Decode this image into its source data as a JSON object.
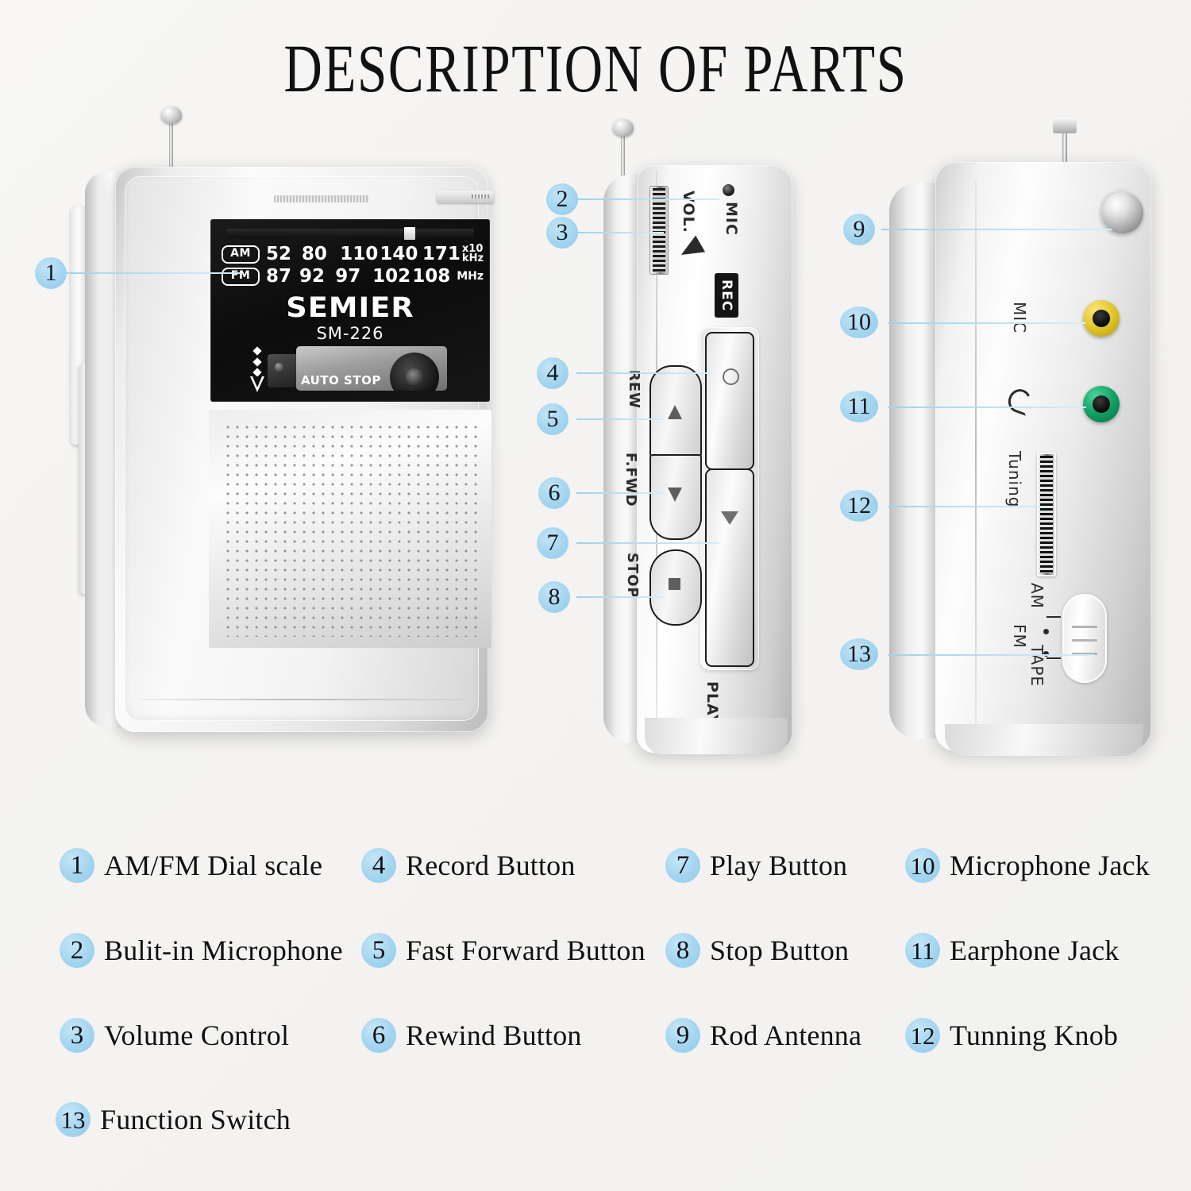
{
  "title": "DESCRIPTION OF PARTS",
  "product": {
    "brand": "SEMIER",
    "model": "SM-226",
    "cassette_label": "AUTO STOP",
    "dial": {
      "am_tag": "AM",
      "am_values": [
        "52",
        "80",
        "110",
        "140",
        "171"
      ],
      "am_unit_top": "x10",
      "am_unit_bottom": "kHz",
      "fm_tag": "FM",
      "fm_values": [
        "87",
        "92",
        "97",
        "102",
        "108"
      ],
      "fm_unit": "MHz"
    },
    "side_labels": {
      "vol": "VOL.",
      "mic": "MIC",
      "rec": "REC",
      "rew": "REW",
      "ffwd": "F.FWD",
      "stop": "STOP",
      "play": "PLAY"
    },
    "right_labels": {
      "mic": "MIC",
      "tuning": "Tuning",
      "am": "AM",
      "fm": "FM",
      "tape": "TAPE"
    }
  },
  "callouts": [
    {
      "n": "1"
    },
    {
      "n": "2"
    },
    {
      "n": "3"
    },
    {
      "n": "4"
    },
    {
      "n": "5"
    },
    {
      "n": "6"
    },
    {
      "n": "7"
    },
    {
      "n": "8"
    },
    {
      "n": "9"
    },
    {
      "n": "10"
    },
    {
      "n": "11"
    },
    {
      "n": "12"
    },
    {
      "n": "13"
    }
  ],
  "legend": [
    {
      "n": "1",
      "label": "AM/FM Dial scale"
    },
    {
      "n": "2",
      "label": "Bulit-in Microphone"
    },
    {
      "n": "3",
      "label": "Volume Control"
    },
    {
      "n": "4",
      "label": "Record Button"
    },
    {
      "n": "5",
      "label": "Fast Forward Button"
    },
    {
      "n": "6",
      "label": "Rewind Button"
    },
    {
      "n": "7",
      "label": "Play Button"
    },
    {
      "n": "8",
      "label": "Stop Button"
    },
    {
      "n": "9",
      "label": "Rod Antenna"
    },
    {
      "n": "10",
      "label": "Microphone Jack"
    },
    {
      "n": "11",
      "label": "Earphone Jack"
    },
    {
      "n": "12",
      "label": "Tunning Knob"
    },
    {
      "n": "13",
      "label": "Function Switch"
    }
  ],
  "colors": {
    "badge": "#a3d5ef",
    "leader": "#bfe2f4",
    "background": "#f5f4f2",
    "mic_jack": "#e3c72a",
    "earphone_jack": "#12a267",
    "panel": "#121212"
  }
}
